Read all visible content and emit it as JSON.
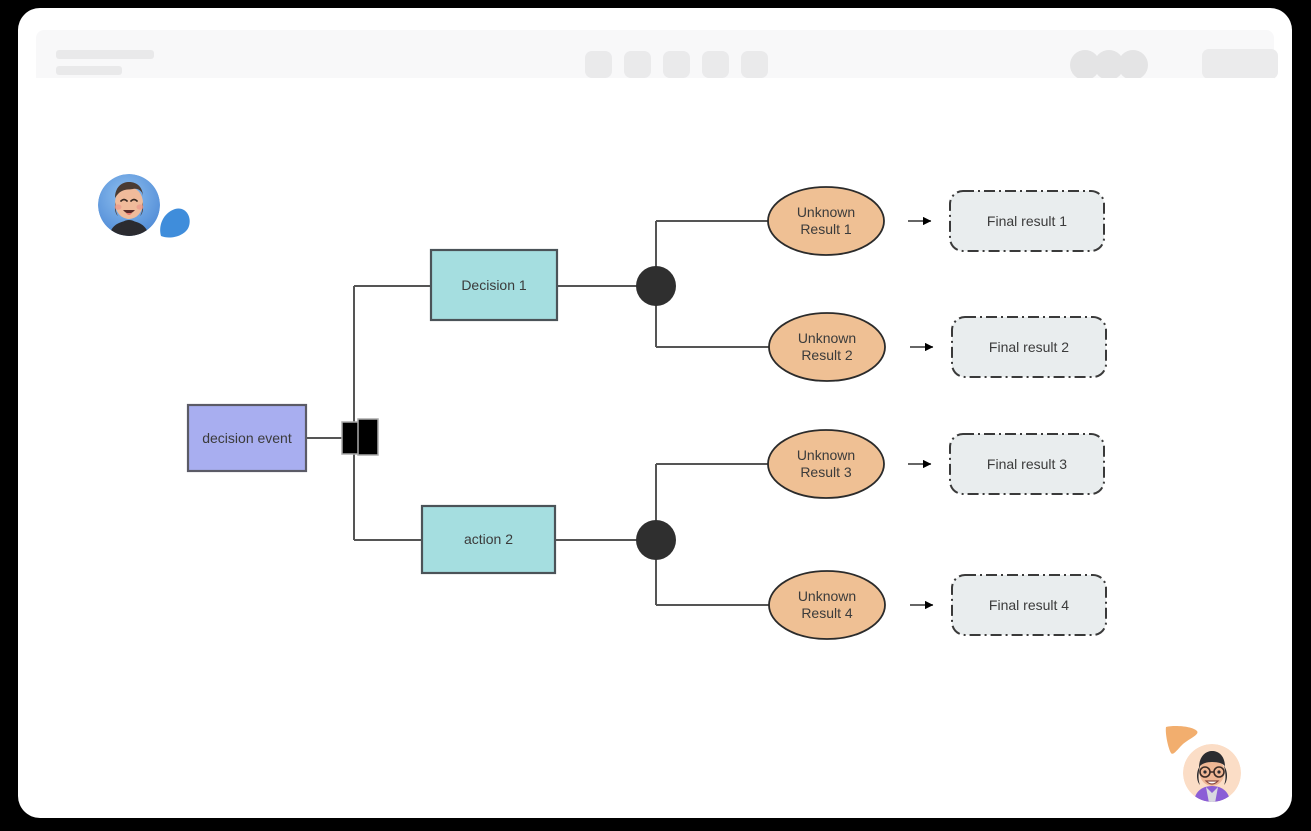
{
  "window": {
    "background_color": "#000000",
    "surface_color": "#ffffff"
  },
  "toolbar": {
    "name": "diagram-toolbar",
    "background_color": "#f8f8f9",
    "title_placeholder_lines": 2,
    "tool_chips": [
      {
        "name": "tool-chip-0",
        "label": ""
      },
      {
        "name": "tool-chip-1",
        "label": ""
      },
      {
        "name": "tool-chip-2",
        "label": ""
      },
      {
        "name": "tool-chip-3",
        "label": ""
      },
      {
        "name": "tool-chip-4",
        "label": ""
      }
    ],
    "presence_avatars": [
      {
        "name": "presence-dot-0",
        "label": ""
      },
      {
        "name": "presence-dot-1",
        "label": ""
      },
      {
        "name": "presence-dot-2",
        "label": ""
      }
    ],
    "share_button_label": ""
  },
  "palette": {
    "start_node_fill": "#a8aef0",
    "start_node_stroke": "#5b5b66",
    "action_node_fill": "#a5dee0",
    "action_node_stroke": "#4b5358",
    "result_node_fill": "#efc094",
    "result_node_stroke": "#2b2b2b",
    "final_node_fill": "#e9edee",
    "final_node_stroke": "#3a3a3a",
    "connector_stroke": "#555555",
    "marker_fill": "#000000",
    "label_text": "#3b3b3b"
  },
  "diagram": {
    "type": "uml-activity-diagram",
    "nodes": [
      {
        "id": "decision-event",
        "shape": "rectangle",
        "label": "decision event"
      },
      {
        "id": "fork-bar",
        "shape": "fork-bar",
        "label": ""
      },
      {
        "id": "decision-1",
        "shape": "rectangle",
        "label": "Decision 1"
      },
      {
        "id": "action-2",
        "shape": "rectangle",
        "label": "action 2"
      },
      {
        "id": "merge-top",
        "shape": "filled-circle",
        "label": ""
      },
      {
        "id": "merge-bottom",
        "shape": "filled-circle",
        "label": ""
      },
      {
        "id": "unknown-result-1",
        "shape": "ellipse",
        "label": "Unknown\nResult 1",
        "line1": "Unknown",
        "line2": "Result 1"
      },
      {
        "id": "unknown-result-2",
        "shape": "ellipse",
        "label": "Unknown\nResult 2",
        "line1": "Unknown",
        "line2": "Result 2"
      },
      {
        "id": "unknown-result-3",
        "shape": "ellipse",
        "label": "Unknown\nResult 3",
        "line1": "Unknown",
        "line2": "Result 3"
      },
      {
        "id": "unknown-result-4",
        "shape": "ellipse",
        "label": "Unknown\nResult 4",
        "line1": "Unknown",
        "line2": "Result 4"
      },
      {
        "id": "final-result-1",
        "shape": "dash-dot-rounded-rect",
        "label": "Final result 1"
      },
      {
        "id": "final-result-2",
        "shape": "dash-dot-rounded-rect",
        "label": "Final result 2"
      },
      {
        "id": "final-result-3",
        "shape": "dash-dot-rounded-rect",
        "label": "Final result 3"
      },
      {
        "id": "final-result-4",
        "shape": "dash-dot-rounded-rect",
        "label": "Final result 4"
      }
    ],
    "edges": [
      {
        "from": "decision-event",
        "to": "fork-bar",
        "marker": "none"
      },
      {
        "from": "fork-bar",
        "to": "decision-1",
        "marker": "none"
      },
      {
        "from": "fork-bar",
        "to": "action-2",
        "marker": "none"
      },
      {
        "from": "decision-1",
        "to": "merge-top",
        "marker": "none"
      },
      {
        "from": "action-2",
        "to": "merge-bottom",
        "marker": "none"
      },
      {
        "from": "merge-top",
        "to": "unknown-result-1",
        "marker": "none"
      },
      {
        "from": "merge-top",
        "to": "unknown-result-2",
        "marker": "none"
      },
      {
        "from": "merge-bottom",
        "to": "unknown-result-3",
        "marker": "none"
      },
      {
        "from": "merge-bottom",
        "to": "unknown-result-4",
        "marker": "none"
      },
      {
        "from": "unknown-result-1",
        "to": "final-result-1",
        "marker": "solid-triangle"
      },
      {
        "from": "unknown-result-2",
        "to": "final-result-2",
        "marker": "solid-triangle"
      },
      {
        "from": "unknown-result-3",
        "to": "final-result-3",
        "marker": "solid-triangle"
      },
      {
        "from": "unknown-result-4",
        "to": "final-result-4",
        "marker": "solid-triangle"
      }
    ]
  },
  "cursors": [
    {
      "id": "cursor-alpha",
      "pointer_color": "#3f8ddb",
      "avatar_background": "#5b93dd",
      "avatar_description": "smiling-person-avatar"
    },
    {
      "id": "cursor-beta",
      "pointer_color": "#f2ae6e",
      "avatar_background": "#fbddc6",
      "avatar_description": "person-with-glasses-avatar"
    }
  ]
}
